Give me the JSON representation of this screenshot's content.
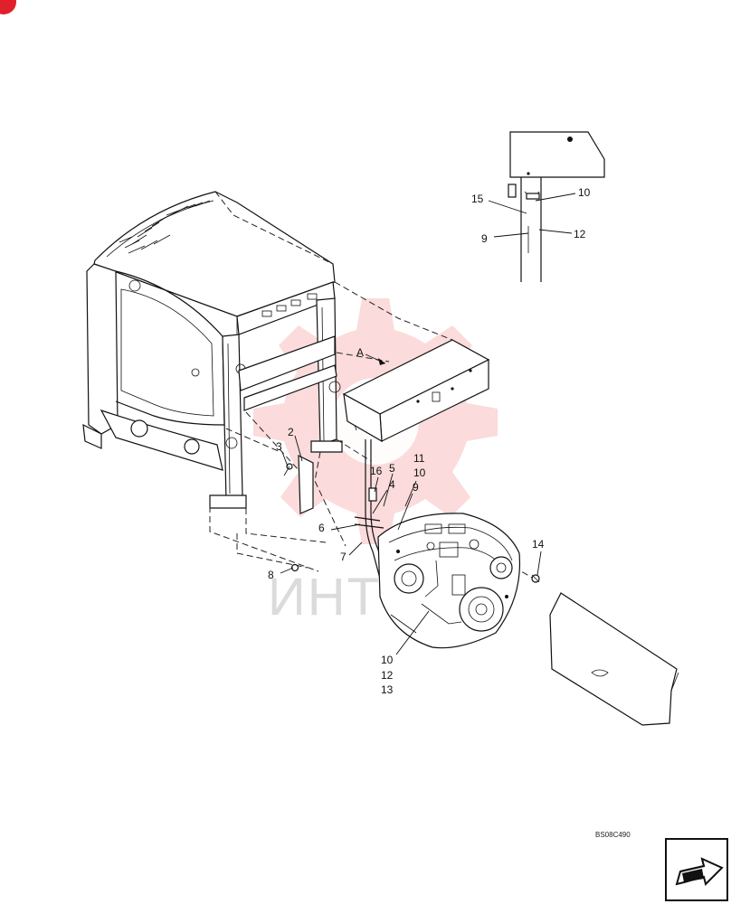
{
  "callouts": {
    "c1": "2",
    "c2": "3",
    "c3": "16",
    "c4": "5",
    "c5": "4",
    "c6": "11",
    "c7": "10",
    "c8": "9",
    "c9": "6",
    "c10": "7",
    "c11": "8",
    "c12": "14",
    "c13": "10",
    "c14": "12",
    "c15": "13",
    "c16": "15",
    "c17": "10",
    "c18": "9",
    "c19": "12"
  },
  "view_label": "A",
  "drawing_code": "BS08C490",
  "watermark_text": "ИНТ",
  "accent_color": "#e0202a"
}
